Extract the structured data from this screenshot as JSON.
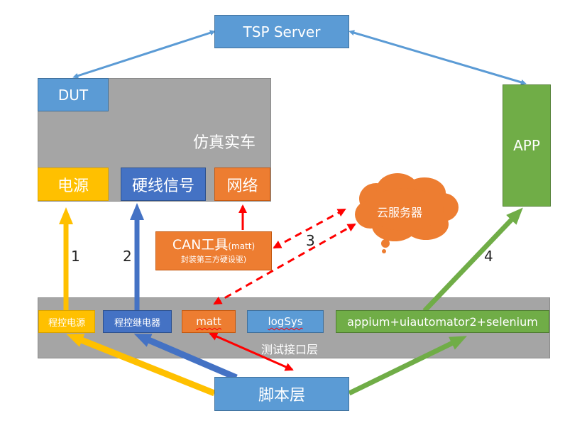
{
  "nodes": {
    "tsp_server": "TSP Server",
    "dut": "DUT",
    "sim_car": "仿真实车",
    "power": "电源",
    "hardwire": "硬线信号",
    "network": "网络",
    "app": "APP",
    "can_tool_main": "CAN工具",
    "can_tool_paren": "(matt)",
    "can_tool_sub": "封装第三方硬设驱)",
    "cloud": "云服务器",
    "test_layer": "测试接口层",
    "prog_power": "程控电源",
    "prog_relay": "程控继电器",
    "matt": "matt",
    "logsys": "logSys",
    "appium": "appium+uiautomator2+selenium",
    "script_layer": "脚本层"
  },
  "edge_labels": {
    "e1": "1",
    "e2": "2",
    "e3": "3",
    "e4": "4"
  },
  "colors": {
    "blue": "#5b9bd5",
    "dark_blue": "#4472c4",
    "gray": "#a5a5a5",
    "yellow": "#ffc000",
    "orange": "#ed7d31",
    "green": "#70ad47",
    "red": "#ff0000"
  }
}
